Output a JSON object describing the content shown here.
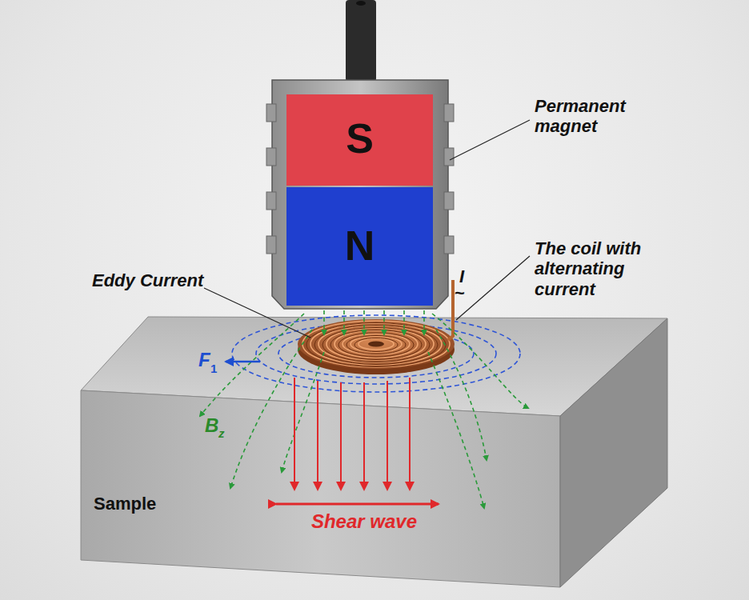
{
  "diagram": {
    "nodes": [
      {
        "text": [
          "S"
        ]
      },
      {
        "text": [
          "N"
        ]
      },
      {
        "text": [
          "Sample"
        ]
      }
    ],
    "labels": [
      "Permanent magnet",
      "The coil with alternating current",
      "Eddy Current",
      "I",
      "~",
      "F",
      "1",
      "B",
      "z",
      "Shear wave"
    ]
  }
}
